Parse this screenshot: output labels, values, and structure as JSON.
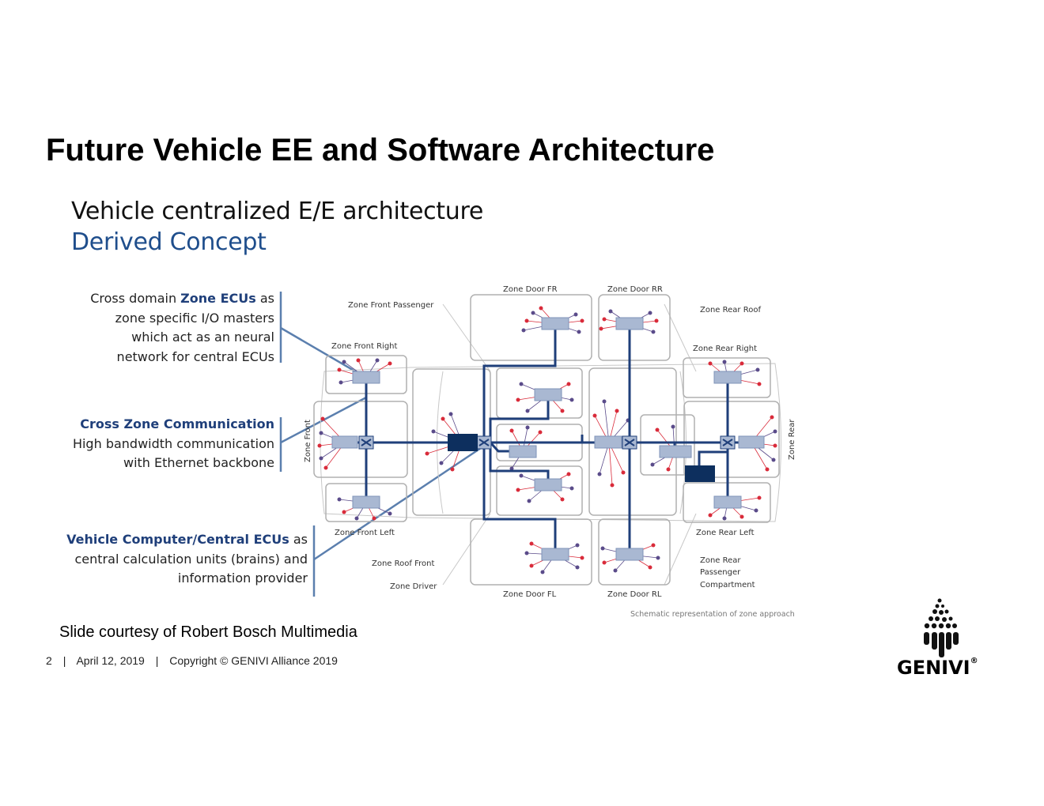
{
  "slide": {
    "title": "Future Vehicle EE and Software Architecture",
    "subtitle_line1": "Vehicle centralized E/E architecture",
    "subtitle_line2": "Derived Concept"
  },
  "callouts": {
    "zone_ecus": {
      "line1_pre": "Cross domain ",
      "line1_bold": "Zone ECUs",
      "line1_post": " as",
      "line2": "zone specific I/O masters",
      "line3": "which act as an neural",
      "line4": "network for central ECUs"
    },
    "cross_zone": {
      "line1_bold": "Cross Zone Communication",
      "line2": "High bandwidth communication",
      "line3": "with Ethernet backbone"
    },
    "vehicle_computer": {
      "line1_bold": "Vehicle Computer/Central ECUs",
      "line1_post": " as",
      "line2": "central calculation units (brains) and",
      "line3": "information provider"
    }
  },
  "diagram": {
    "labels": {
      "zone_door_fr": "Zone Door FR",
      "zone_door_rr": "Zone Door RR",
      "zone_front_passenger": "Zone Front Passenger",
      "zone_rear_roof": "Zone Rear Roof",
      "zone_front_right": "Zone Front Right",
      "zone_rear_right": "Zone Rear Right",
      "zone_front": "Zone Front",
      "zone_rear": "Zone Rear",
      "zone_front_left": "Zone Front Left",
      "zone_rear_left": "Zone Rear Left",
      "zone_roof_front": "Zone Roof Front",
      "zone_rear_passenger_1": "Zone Rear",
      "zone_rear_passenger_2": "Passenger",
      "zone_rear_passenger_3": "Compartment",
      "zone_driver": "Zone Driver",
      "zone_door_fl": "Zone Door FL",
      "zone_door_rl": "Zone Door RL"
    },
    "caption": "Schematic representation of zone approach",
    "colors": {
      "backbone": "#1f3f7a",
      "zone_ecu": "#a9b8d2",
      "central_ecu": "#0d2f5e",
      "sensor_red": "#d92b3a",
      "sensor_purple": "#5a4b8a",
      "callout_line": "#5b7fae"
    }
  },
  "credit": "Slide courtesy of Robert Bosch Multimedia",
  "footer": {
    "page": "2",
    "sep": "|",
    "date": "April 12, 2019",
    "copyright": "Copyright © GENIVI Alliance 2019"
  },
  "logo": {
    "text": "GENIVI",
    "mark": "®"
  }
}
